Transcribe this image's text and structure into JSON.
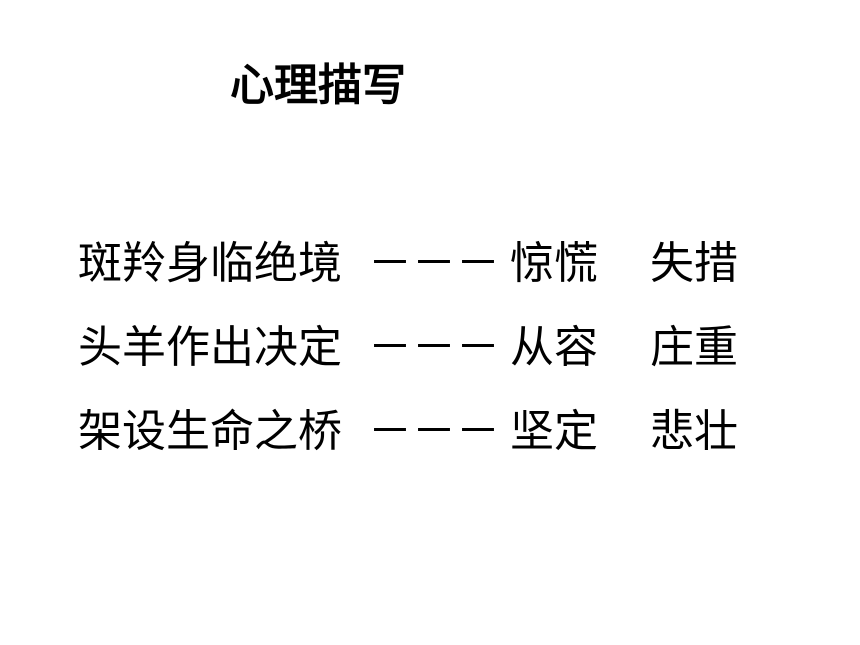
{
  "title": "心理描写",
  "rows": [
    {
      "scene": "斑羚身临绝境",
      "dash": "－－－",
      "feeling1": "惊慌",
      "feeling2": "失措"
    },
    {
      "scene": "头羊作出决定",
      "dash": "－－－",
      "feeling1": "从容",
      "feeling2": "庄重"
    },
    {
      "scene": "架设生命之桥",
      "dash": "－－－",
      "feeling1": "坚定",
      "feeling2": "悲壮"
    }
  ]
}
